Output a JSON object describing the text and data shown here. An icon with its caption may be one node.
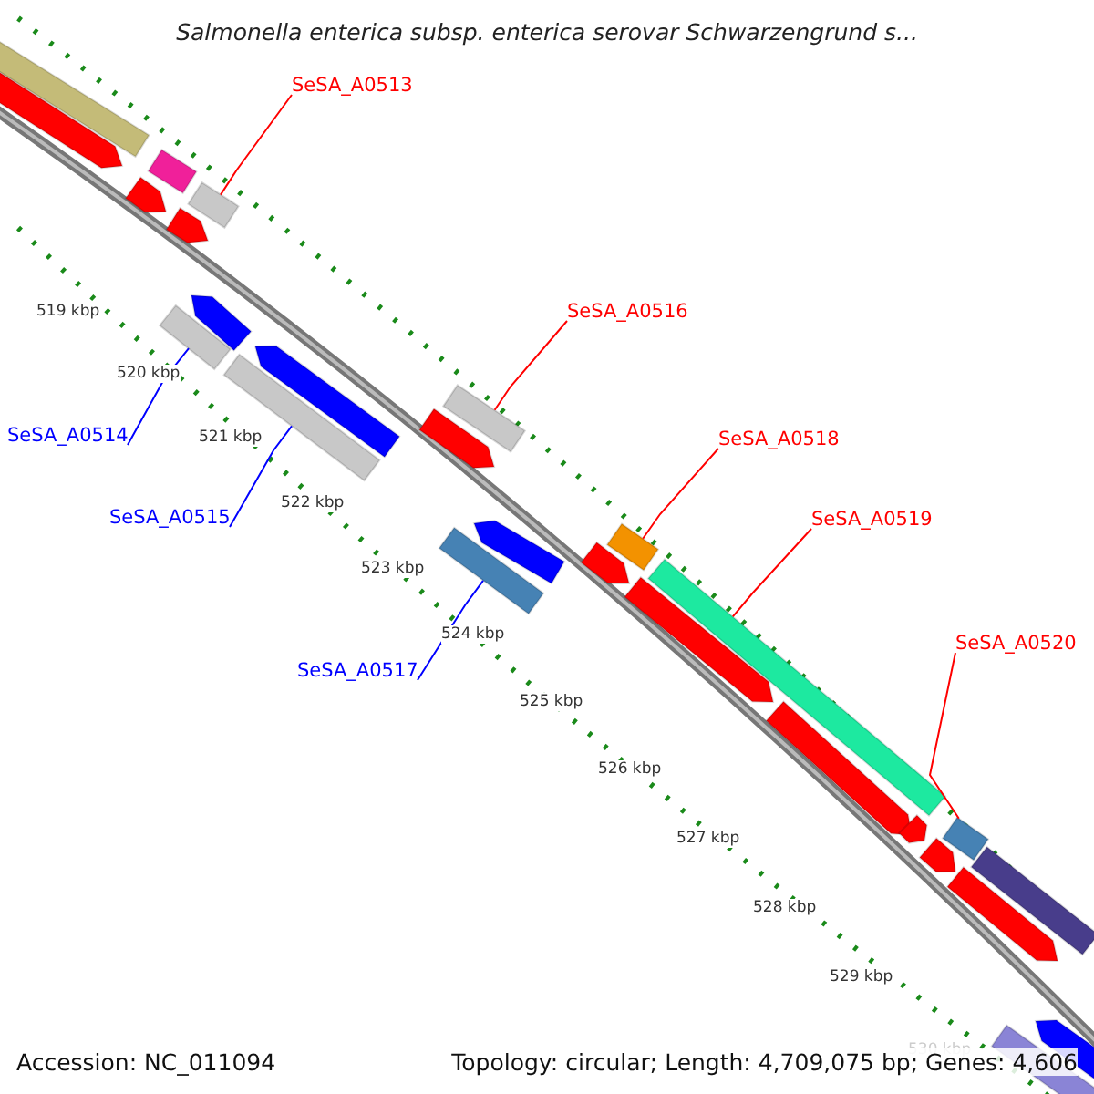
{
  "diagram": {
    "title": "Salmonella enterica subsp. enterica serovar Schwarzengrund s...",
    "nodes": [
      {
        "text": [
          "SeSA_A0513"
        ]
      },
      {
        "text": [
          "SeSA_A0514"
        ]
      },
      {
        "text": [
          "SeSA_A0515"
        ]
      },
      {
        "text": [
          "SeSA_A0516"
        ]
      },
      {
        "text": [
          "SeSA_A0517"
        ]
      },
      {
        "text": [
          "SeSA_A0518"
        ]
      },
      {
        "text": [
          "SeSA_A0519"
        ]
      },
      {
        "text": [
          "SeSA_A0520"
        ]
      },
      {
        "text": [],
        "shape": "bar"
      },
      {
        "text": [],
        "shape": "bar"
      },
      {
        "text": [],
        "shape": "bar"
      },
      {
        "text": [],
        "shape": "bar"
      },
      {
        "text": [],
        "shape": "bar"
      },
      {
        "text": [],
        "shape": "bar"
      },
      {
        "text": [],
        "shape": "bar"
      },
      {
        "text": [],
        "shape": "bar"
      },
      {
        "text": [],
        "shape": "bar"
      },
      {
        "text": [],
        "shape": "bar"
      },
      {
        "text": [],
        "shape": "bar"
      },
      {
        "text": [],
        "shape": "bar"
      },
      {
        "text": [],
        "shape": "bar"
      },
      {
        "text": [],
        "shape": "bar"
      },
      {
        "text": [],
        "shape": "bar"
      },
      {
        "text": [],
        "shape": "bar"
      },
      {
        "text": [],
        "shape": "bar"
      },
      {
        "text": [],
        "shape": "bar"
      },
      {
        "text": [],
        "shape": "bar"
      },
      {
        "text": [],
        "shape": "bar"
      },
      {
        "text": [],
        "shape": "bar"
      },
      {
        "text": [],
        "shape": "bar"
      },
      {
        "text": [],
        "shape": "bar"
      },
      {
        "text": [],
        "shape": "bar"
      },
      {
        "text": [],
        "shape": "bar"
      },
      {
        "text": [],
        "shape": "bar"
      }
    ],
    "edges": [
      {
        "from": 0,
        "to": 8,
        "arrow": "none",
        "color": "#ff0000"
      },
      {
        "from": 1,
        "to": 9,
        "arrow": "none",
        "color": "#0000ff"
      },
      {
        "from": 2,
        "to": 10,
        "arrow": "none",
        "color": "#0000ff"
      },
      {
        "from": 3,
        "to": 11,
        "arrow": "none",
        "color": "#ff0000"
      },
      {
        "from": 4,
        "to": 12,
        "arrow": "none",
        "color": "#0000ff"
      },
      {
        "from": 5,
        "to": 13,
        "arrow": "none",
        "color": "#ff0000"
      },
      {
        "from": 6,
        "to": 14,
        "arrow": "none",
        "color": "#ff0000"
      },
      {
        "from": 7,
        "to": 15,
        "arrow": "none",
        "color": "#ff0000"
      }
    ],
    "labels": [
      "519 kbp",
      "520 kbp",
      "521 kbp",
      "522 kbp",
      "523 kbp",
      "524 kbp",
      "525 kbp",
      "526 kbp",
      "527 kbp",
      "528 kbp",
      "529 kbp",
      "530 kbp",
      "Accession: NC_011094",
      "Topology: circular; Length: 4,709,075 bp; Genes: 4,606"
    ]
  }
}
